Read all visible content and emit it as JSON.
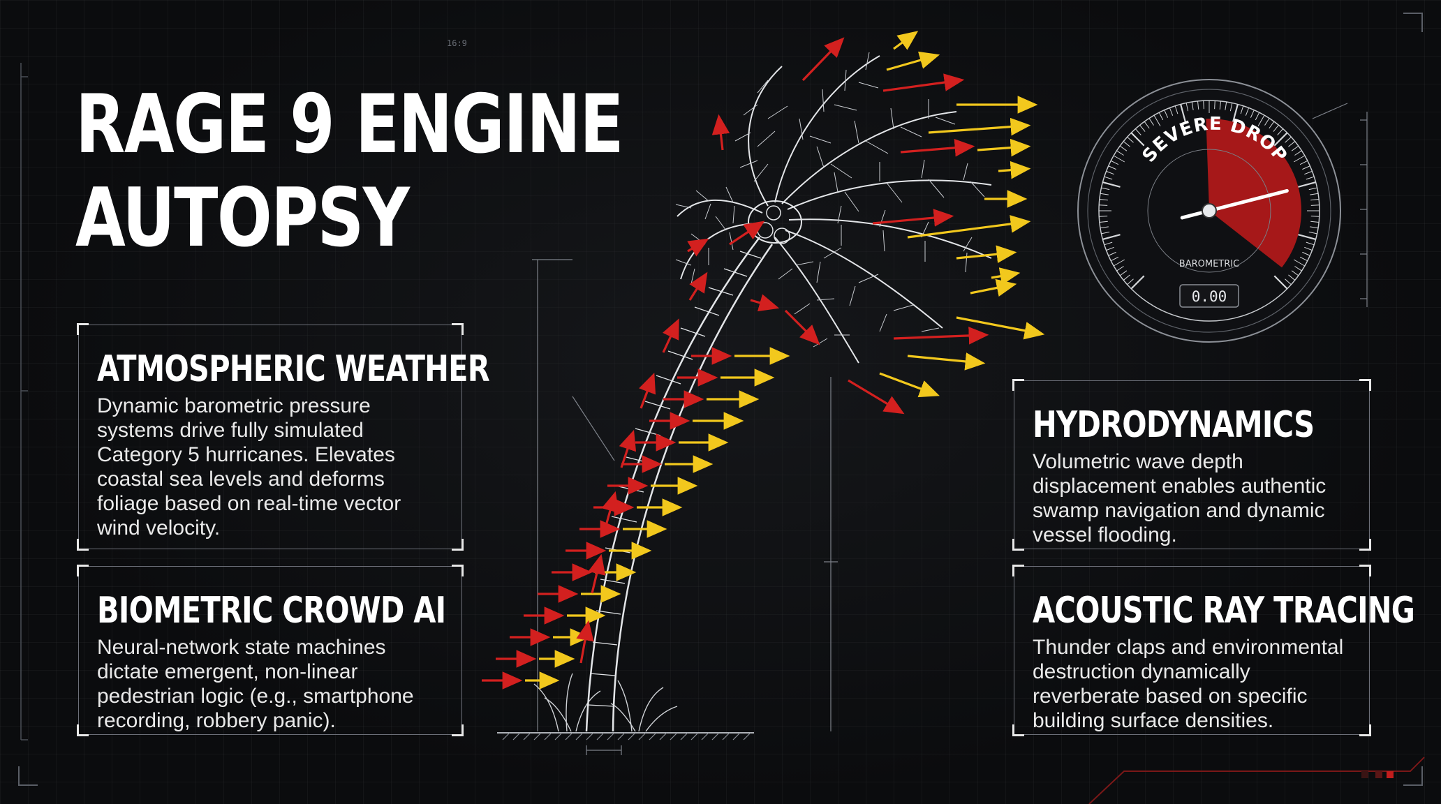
{
  "title": {
    "line1": "RAGE 9 ENGINE",
    "line2": "AUTOPSY"
  },
  "panels": [
    {
      "heading": "ATMOSPHERIC WEATHER",
      "body": "Dynamic barometric pressure systems drive fully simulated Category 5 hurricanes. Elevates coastal sea levels and deforms foliage based on real-time vector wind velocity."
    },
    {
      "heading": "BIOMETRIC CROWD AI",
      "body": "Neural-network state machines dictate emergent, non-linear pedestrian logic (e.g., smartphone recording, robbery panic)."
    },
    {
      "heading": "HYDRODYNAMICS",
      "body": "Volumetric wave depth displacement enables authentic swamp navigation and dynamic vessel flooding."
    },
    {
      "heading": "ACOUSTIC RAY TRACING",
      "body": "Thunder claps and environmental destruction dynamically reverberate based on specific building surface densities."
    }
  ],
  "gauge": {
    "warning": "SEVERE DROP",
    "label": "BAROMETRIC",
    "readout": "0.00",
    "needle_fraction": 0.78
  },
  "corner_label": "16:9",
  "colors": {
    "background": "#0b0c0e",
    "text": "#ffffff",
    "danger_red": "#d3201f",
    "wind_yellow": "#f2c81d",
    "frame_gray": "#6d7079"
  },
  "icons": [
    "palm-tree-icon",
    "wind-arrow-icon",
    "barometer-gauge-icon"
  ]
}
